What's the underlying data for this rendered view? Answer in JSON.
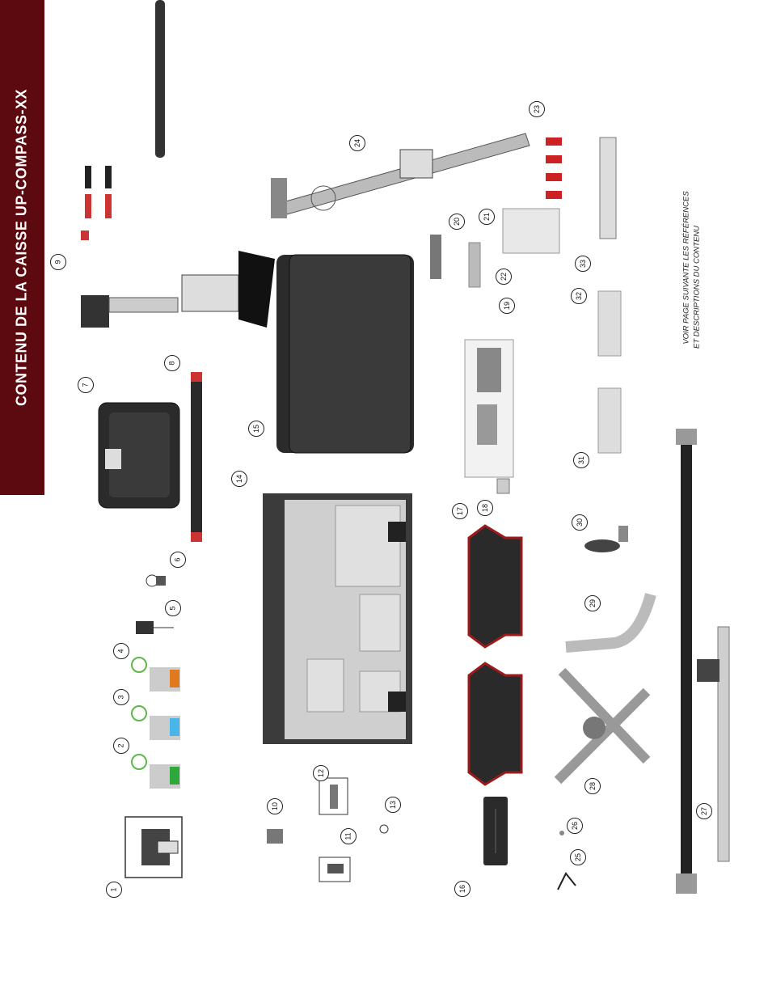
{
  "page_title": "CONTENU DE LA CAISSE UP-COMPASS-XX",
  "note_line1": "VOIR PAGE SUIVANTE LES RÉFÉRENCES",
  "note_line2": "ET DESCRIPTIONS DU CONTENU",
  "colors": {
    "banner": "#5c0a10",
    "case_red": "#9b1b1b",
    "green_ring": "#5fb84a"
  },
  "callouts": [
    {
      "n": "1"
    },
    {
      "n": "2"
    },
    {
      "n": "3"
    },
    {
      "n": "4"
    },
    {
      "n": "5"
    },
    {
      "n": "6"
    },
    {
      "n": "7"
    },
    {
      "n": "8"
    },
    {
      "n": "9"
    },
    {
      "n": "10"
    },
    {
      "n": "11"
    },
    {
      "n": "12"
    },
    {
      "n": "13"
    },
    {
      "n": "14"
    },
    {
      "n": "15"
    },
    {
      "n": "16"
    },
    {
      "n": "17"
    },
    {
      "n": "18"
    },
    {
      "n": "19"
    },
    {
      "n": "20"
    },
    {
      "n": "21"
    },
    {
      "n": "22"
    },
    {
      "n": "23"
    },
    {
      "n": "24"
    },
    {
      "n": "25"
    },
    {
      "n": "26"
    },
    {
      "n": "27"
    },
    {
      "n": "28"
    },
    {
      "n": "29"
    },
    {
      "n": "30"
    },
    {
      "n": "31"
    },
    {
      "n": "32"
    },
    {
      "n": "33"
    }
  ]
}
